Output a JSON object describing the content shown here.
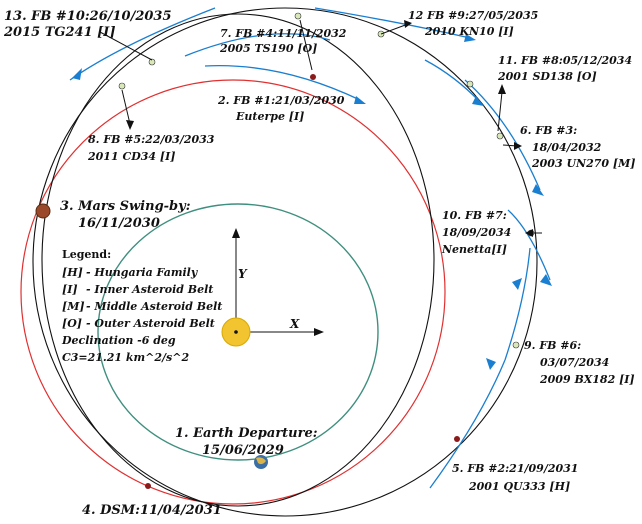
{
  "colors": {
    "earth_orbit": "#3f8f7f",
    "mars_orbit": "#e03030",
    "trajectory": "#111111",
    "asteroid_arc": "#1a7fd0",
    "sun": "#f2c530",
    "mars": "#9a4a2a",
    "earth": "#3a6ea5",
    "event_marker": "#8b1a1a",
    "flyby_marker": "#d8e8b8"
  },
  "axes": {
    "x_label": "X",
    "y_label": "Y"
  },
  "legend": {
    "title": "Legend:",
    "items": [
      {
        "code": "[H]",
        "text": "- Hungaria Family"
      },
      {
        "code": "[I]",
        "text": "- Inner Asteroid Belt"
      },
      {
        "code": "[M]",
        "text": "- Middle Asteroid Belt"
      },
      {
        "code": "[O]",
        "text": "- Outer Asteroid Belt"
      }
    ],
    "declination": "Declination -6 deg",
    "c3": "C3=21.21 km^2/s^2"
  },
  "events": [
    {
      "id": "earth",
      "line1": "1. Earth Departure:",
      "line2": "15/06/2029"
    },
    {
      "id": "fb1",
      "line1": "2. FB #1:21/03/2030",
      "line2": "Euterpe [I]"
    },
    {
      "id": "mars",
      "line1": "3. Mars Swing-by:",
      "line2": "16/11/2030"
    },
    {
      "id": "dsm",
      "line1": "4. DSM:11/04/2031",
      "line2": ""
    },
    {
      "id": "fb2",
      "line1": "5. FB #2:21/09/2031",
      "line2": "2001 QU333 [H]"
    },
    {
      "id": "fb3",
      "line1": "6. FB #3:",
      "line2": "18/04/2032",
      "line3": "2003 UN270 [M]"
    },
    {
      "id": "fb4",
      "line1": "7. FB #4:11/11/2032",
      "line2": "2005 TS190 [O]"
    },
    {
      "id": "fb5",
      "line1": "8. FB #5:22/03/2033",
      "line2": "2011 CD34 [I]"
    },
    {
      "id": "fb6",
      "line1": "9. FB #6:",
      "line2": "03/07/2034",
      "line3": "2009 BX182 [I]"
    },
    {
      "id": "fb7",
      "line1": "10. FB #7:",
      "line2": "18/09/2034",
      "line3": "Nenetta[I]"
    },
    {
      "id": "fb8",
      "line1": "11. FB #8:05/12/2034",
      "line2": "2001 SD138 [O]"
    },
    {
      "id": "fb9",
      "line1": "12 FB #9:27/05/2035",
      "line2": "2010 KN10 [I]"
    },
    {
      "id": "fb10",
      "line1": "13. FB #10:26/10/2035",
      "line2": "2015 TG241 [I]"
    }
  ]
}
